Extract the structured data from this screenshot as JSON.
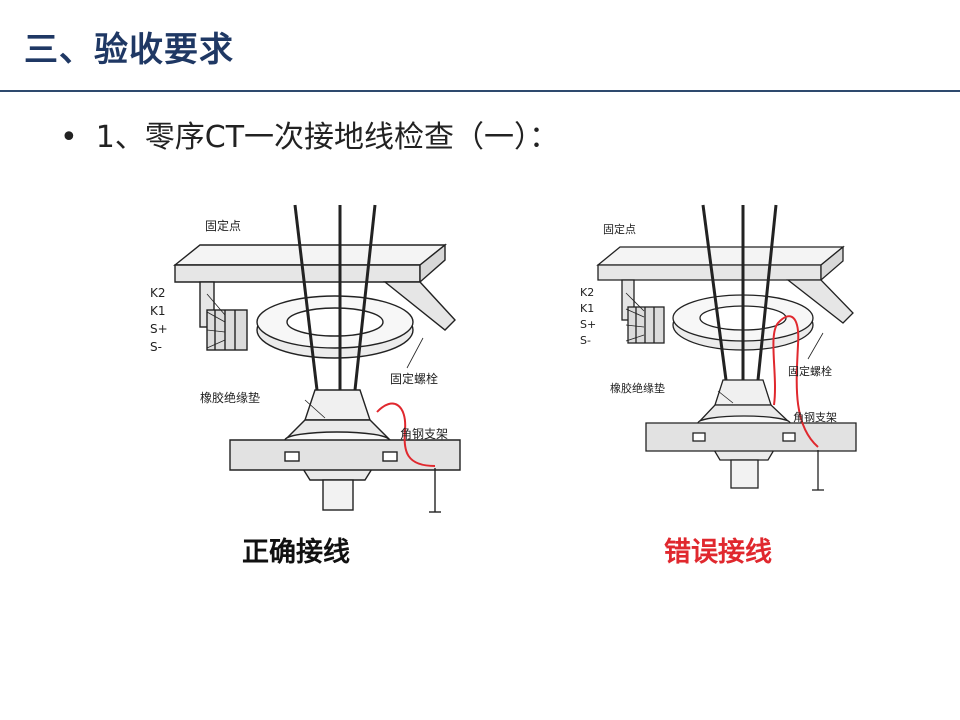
{
  "slide": {
    "title": "三、验收要求",
    "bullet": "1、零序CT一次接地线检查（一）："
  },
  "figures": [
    {
      "caption": "正确接线",
      "caption_color": "#111111",
      "labels": {
        "fixed_point": "固定点",
        "k2": "K2",
        "k1": "K1",
        "s_plus": "S+",
        "s_minus": "S-",
        "bolt": "固定螺栓",
        "rubber_pad": "橡胶绝缘垫",
        "angle_bracket": "角钢支架"
      }
    },
    {
      "caption": "错误接线",
      "caption_color": "#e0282e",
      "labels": {
        "fixed_point": "固定点",
        "k2": "K2",
        "k1": "K1",
        "s_plus": "S+",
        "s_minus": "S-",
        "bolt": "固定螺栓",
        "rubber_pad": "橡胶绝缘垫",
        "angle_bracket": "角钢支架"
      }
    }
  ],
  "colors": {
    "title": "#1f3864",
    "rule": "#2e4a6e",
    "ground_wire": "#e0282e"
  }
}
